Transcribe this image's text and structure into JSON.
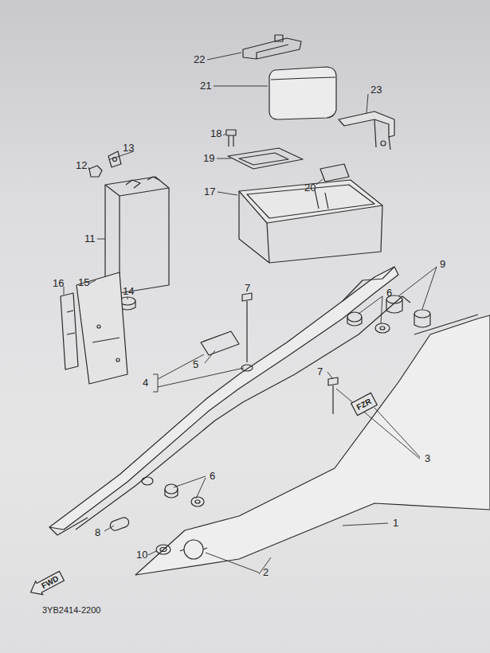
{
  "diagram": {
    "nodes": [
      {
        "text": [
          "FWD"
        ]
      },
      {
        "text": [
          "FZR"
        ]
      }
    ],
    "labels": [
      "22",
      "21",
      "23",
      "18",
      "19",
      "20",
      "17",
      "13",
      "12",
      "11",
      "14",
      "15",
      "16",
      "7",
      "9",
      "6",
      "5",
      "4",
      "7",
      "3",
      "6",
      "1",
      "8",
      "10",
      "2",
      "3YB2414-2200"
    ]
  }
}
